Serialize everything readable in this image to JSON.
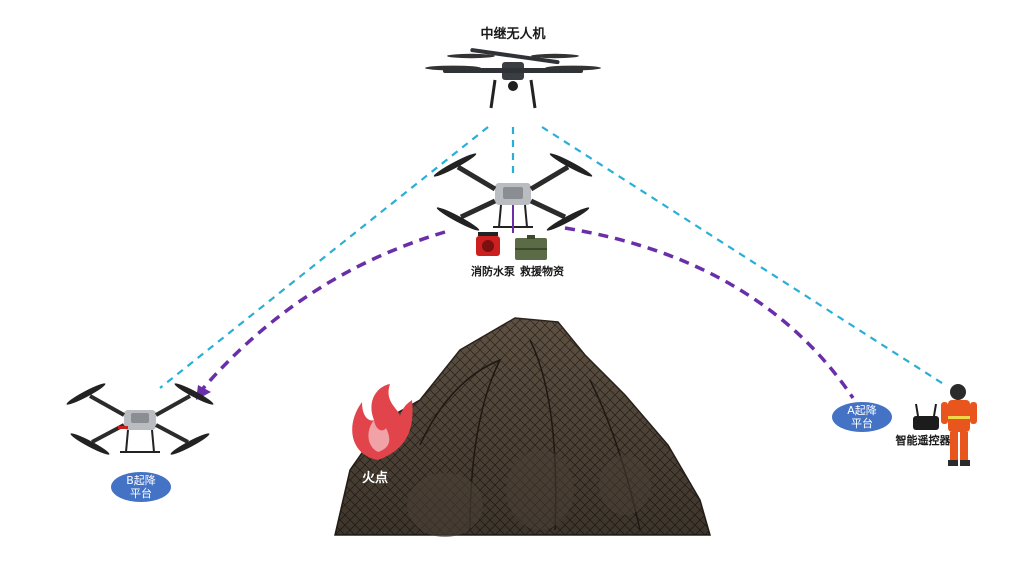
{
  "relay_drone": {
    "label": "中继无人机"
  },
  "payloads": {
    "pump_label": "消防水泵",
    "supplies_label": "救援物资"
  },
  "platform_b": {
    "line1": "B起降",
    "line2": "平台"
  },
  "platform_a": {
    "line1": "A起降",
    "line2": "平台"
  },
  "controller": {
    "label": "智能遥控器"
  },
  "fire": {
    "label": "火点"
  },
  "colors": {
    "relay_link": "#2aaed8",
    "flight_path": "#6a2fa8",
    "badge": "#4472c4",
    "flame": "#e2444c",
    "rock": "#5a4d40",
    "pump": "#cc1f1f",
    "supplies": "#5b6b45",
    "firefighter": "#e8561d"
  }
}
